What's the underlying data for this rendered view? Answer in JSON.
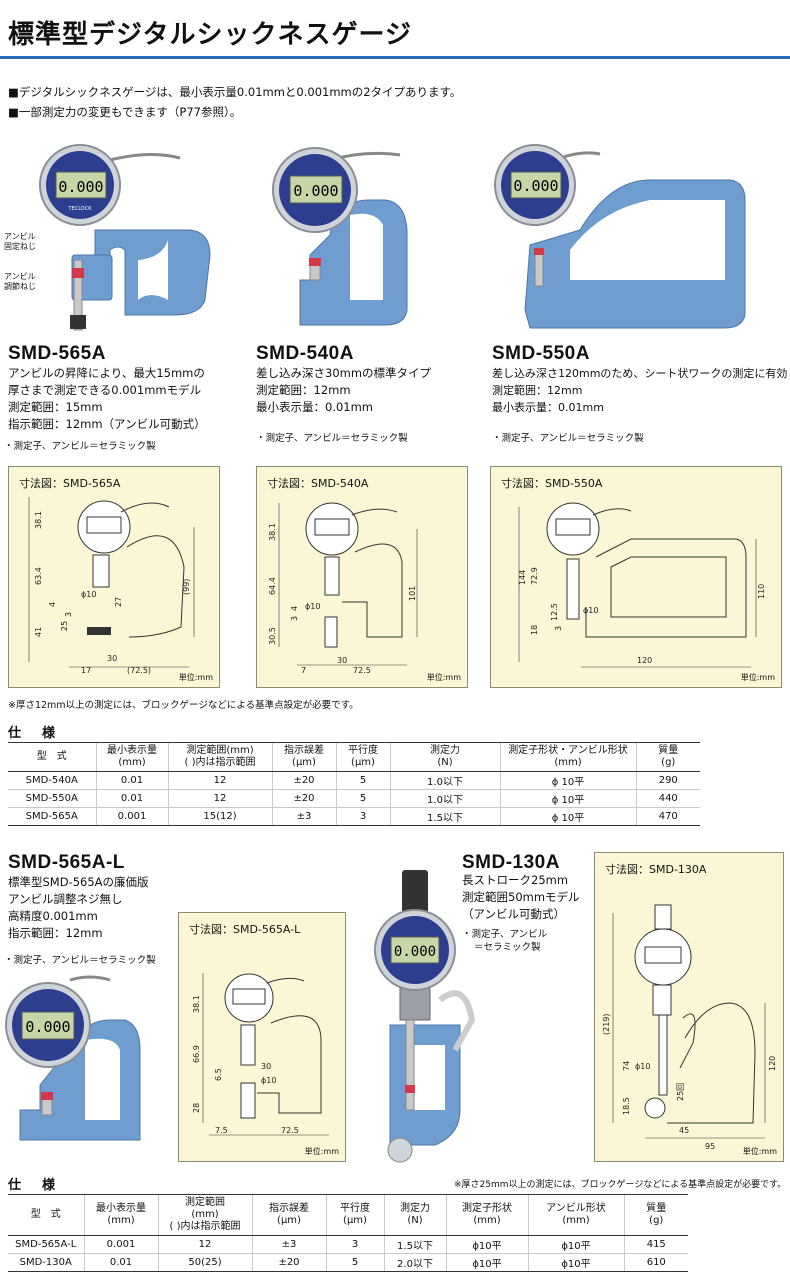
{
  "title": "標準型デジタルシックネスゲージ",
  "bullets": [
    "■デジタルシックネスゲージは、最小表示量0.01mmと0.001mmの2タイプあります。",
    "■一部測定力の変更もできます（P77参照）。"
  ],
  "callouts": {
    "anvil_fix": [
      "アンビル",
      "固定ねじ"
    ],
    "anvil_adjust": [
      "アンビル",
      "調節ねじ"
    ]
  },
  "display_reading": "0.000",
  "brand": "TECLOCK",
  "products": {
    "smd565a": {
      "name": "SMD-565A",
      "lines": [
        "アンビルの昇降により、最大15mmの",
        "厚さまで測定できる0.001mmモデル",
        "測定範囲：15mm",
        "指示範囲：12mm（アンビル可動式）"
      ],
      "note": "・測定子、アンビル＝セラミック製"
    },
    "smd540a": {
      "name": "SMD-540A",
      "lines": [
        "差し込み深さ30mmの標準タイプ",
        "測定範囲：12mm",
        "最小表示量：0.01mm"
      ],
      "note": "・測定子、アンビル＝セラミック製"
    },
    "smd550a": {
      "name": "SMD-550A",
      "lines": [
        "差し込み深さ120mmのため、シート状ワークの測定に有効",
        "測定範囲：12mm",
        "最小表示量：0.01mm"
      ],
      "note": "・測定子、アンビル＝セラミック製"
    },
    "smd565al": {
      "name": "SMD-565A-L",
      "lines": [
        "標準型SMD-565Aの廉価版",
        "アンビル調整ネジ無し",
        "高精度0.001mm",
        "指示範囲：12mm"
      ],
      "note": "・測定子、アンビル＝セラミック製"
    },
    "smd130a": {
      "name": "SMD-130A",
      "lines": [
        "長ストローク25mm",
        "測定範囲50mmモデル",
        "（アンビル可動式）"
      ],
      "note_lines": [
        "・測定子、アンビル",
        "＝セラミック製"
      ]
    }
  },
  "dims": {
    "unit": "単位:mm",
    "d565a": {
      "label": "寸法図：SMD-565A",
      "values": [
        "38.1",
        "63.4",
        "41",
        "25",
        "3",
        "4",
        "ϕ10",
        "27",
        "(99)",
        "17",
        "30",
        "(72.5)"
      ]
    },
    "d540a": {
      "label": "寸法図：SMD-540A",
      "values": [
        "38.1",
        "64.4",
        "30.5",
        "3",
        "4",
        "ϕ10",
        "101",
        "7",
        "30",
        "72.5"
      ]
    },
    "d550a": {
      "label": "寸法図：SMD-550A",
      "values": [
        "144",
        "72.9",
        "18",
        "12.5",
        "3",
        "ϕ10",
        "110",
        "120"
      ]
    },
    "d565al": {
      "label": "寸法図：SMD-565A-L",
      "values": [
        "38.1",
        "66.9",
        "28",
        "6.5",
        "30",
        "ϕ10",
        "7.5",
        "72.5"
      ]
    },
    "d130a": {
      "label": "寸法図：SMD-130A",
      "values": [
        "(219)",
        "74",
        "18.5",
        "ϕ10",
        "25回",
        "120",
        "45",
        "95"
      ]
    }
  },
  "notes": {
    "thick12": "※厚さ12mm以上の測定には、ブロックゲージなどによる基準点設定が必要です。",
    "thick25": "※厚さ25mm以上の測定には、ブロックゲージなどによる基準点設定が必要です。"
  },
  "spec_heading": "仕　様",
  "spec1": {
    "headers": [
      [
        "型　式"
      ],
      [
        "最小表示量",
        "(mm)"
      ],
      [
        "測定範囲(mm)",
        "( )内は指示範囲"
      ],
      [
        "指示誤差",
        "(μm)"
      ],
      [
        "平行度",
        "(μm)"
      ],
      [
        "測定力",
        "(N)"
      ],
      [
        "測定子形状・アンビル形状",
        "(mm)"
      ],
      [
        "質量",
        "(g)"
      ]
    ],
    "rows": [
      [
        "SMD-540A",
        "0.01",
        "12",
        "±20",
        "5",
        "1.0以下",
        "ϕ 10平",
        "290"
      ],
      [
        "SMD-550A",
        "0.01",
        "12",
        "±20",
        "5",
        "1.0以下",
        "ϕ 10平",
        "440"
      ],
      [
        "SMD-565A",
        "0.001",
        "15(12)",
        "±3",
        "3",
        "1.5以下",
        "ϕ 10平",
        "470"
      ]
    ]
  },
  "spec2": {
    "headers": [
      [
        "型　式"
      ],
      [
        "最小表示量",
        "(mm)"
      ],
      [
        "測定範囲",
        "(mm)",
        "( )内は指示範囲"
      ],
      [
        "指示誤差",
        "(μm)"
      ],
      [
        "平行度",
        "(μm)"
      ],
      [
        "測定力",
        "(N)"
      ],
      [
        "測定子形状",
        "(mm)"
      ],
      [
        "アンビル形状",
        "(mm)"
      ],
      [
        "質量",
        "(g)"
      ]
    ],
    "rows": [
      [
        "SMD-565A-L",
        "0.001",
        "12",
        "±3",
        "3",
        "1.5以下",
        "ϕ10平",
        "ϕ10平",
        "415"
      ],
      [
        "SMD-130A",
        "0.01",
        "50(25)",
        "±20",
        "5",
        "2.0以下",
        "ϕ10平",
        "ϕ10平",
        "610"
      ]
    ]
  }
}
